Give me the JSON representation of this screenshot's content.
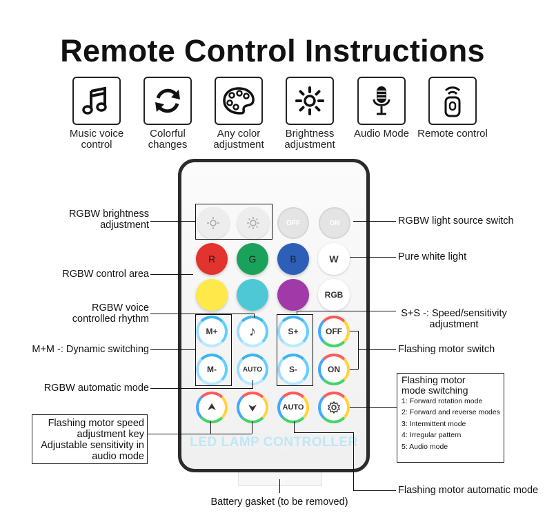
{
  "title": "Remote Control Instructions",
  "features": [
    {
      "icon": "music-note-icon",
      "label": "Music voice control"
    },
    {
      "icon": "refresh-icon",
      "label": "Colorful changes"
    },
    {
      "icon": "palette-icon",
      "label": "Any color adjustment"
    },
    {
      "icon": "sun-icon",
      "label": "Brightness adjustment"
    },
    {
      "icon": "microphone-icon",
      "label": "Audio Mode"
    },
    {
      "icon": "remote-icon",
      "label": "Remote control"
    }
  ],
  "buttons": {
    "off": "OFF",
    "on": "ON",
    "r": "R",
    "g": "G",
    "b": "B",
    "w": "W",
    "rgb": "RGB",
    "m_plus": "M+",
    "m_minus": "M-",
    "music": "♪",
    "auto": "AUTO",
    "s_plus": "S+",
    "s_minus": "S-",
    "motor_off": "OFF",
    "motor_on": "ON",
    "motor_auto": "AUTO"
  },
  "colors": {
    "red": "#e2332f",
    "green": "#1aa25a",
    "blue": "#2d5fb8",
    "yellow": "#ffe94a",
    "cyan": "#4fc8d6",
    "purple": "#a13aa8"
  },
  "remote_label": "LED LAMP CONTROLLER",
  "callouts": {
    "brightness": "RGBW brightness adjustment",
    "control_area": "RGBW control area",
    "voice_rhythm": "RGBW voice controlled rhythm",
    "dynamic_switching": "M+M -: Dynamic switching",
    "automatic_mode": "RGBW automatic mode",
    "motor_speed": "Flashing motor speed adjustment key Adjustable sensitivity in audio mode",
    "light_source_switch": "RGBW light source switch",
    "pure_white": "Pure white light",
    "speed_sensitivity": "S+S -: Speed/sensitivity adjustment",
    "motor_switch": "Flashing motor switch",
    "motor_automatic": "Flashing motor automatic mode",
    "battery_gasket": "Battery gasket (to be removed)"
  },
  "mode_switching": {
    "heading": "Flashing motor mode switching",
    "items": [
      "1: Forward rotation mode",
      "2: Forward and reverse modes",
      "3: Intermittent mode",
      "4: Irregular pattern",
      "5: Audio mode"
    ]
  }
}
